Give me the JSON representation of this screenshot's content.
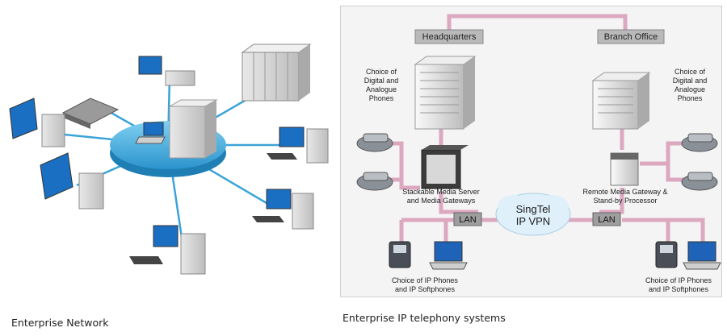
{
  "left_panel": {
    "caption": "Enterprise Network"
  },
  "right_panel": {
    "caption": "Enterprise IP telephony systems",
    "hq_label": "Headquarters",
    "branch_label": "Branch Office",
    "hq_phones_text": [
      "Choice of",
      "Digital and",
      "Analogue",
      "Phones"
    ],
    "branch_phones_text": [
      "Choice of",
      "Digital and",
      "Analogue",
      "Phones"
    ],
    "media_server_text": [
      "Stackable Media Server",
      "and Media Gateways"
    ],
    "remote_gateway_text": [
      "Remote Media Gateway &",
      "Stand-by Processor"
    ],
    "vpn_text": [
      "SingTel",
      "IP VPN"
    ],
    "lan_left": "LAN",
    "lan_right": "LAN",
    "ip_phones_left": [
      "Choice of IP Phones",
      "and IP Softphones"
    ],
    "ip_phones_right": [
      "Choice of IP Phones",
      "and IP Softphones"
    ]
  },
  "colors": {
    "link_pink": "#dca8c0",
    "network_blue": "#3aa4d8",
    "label_grey": "#b9b9b9"
  }
}
